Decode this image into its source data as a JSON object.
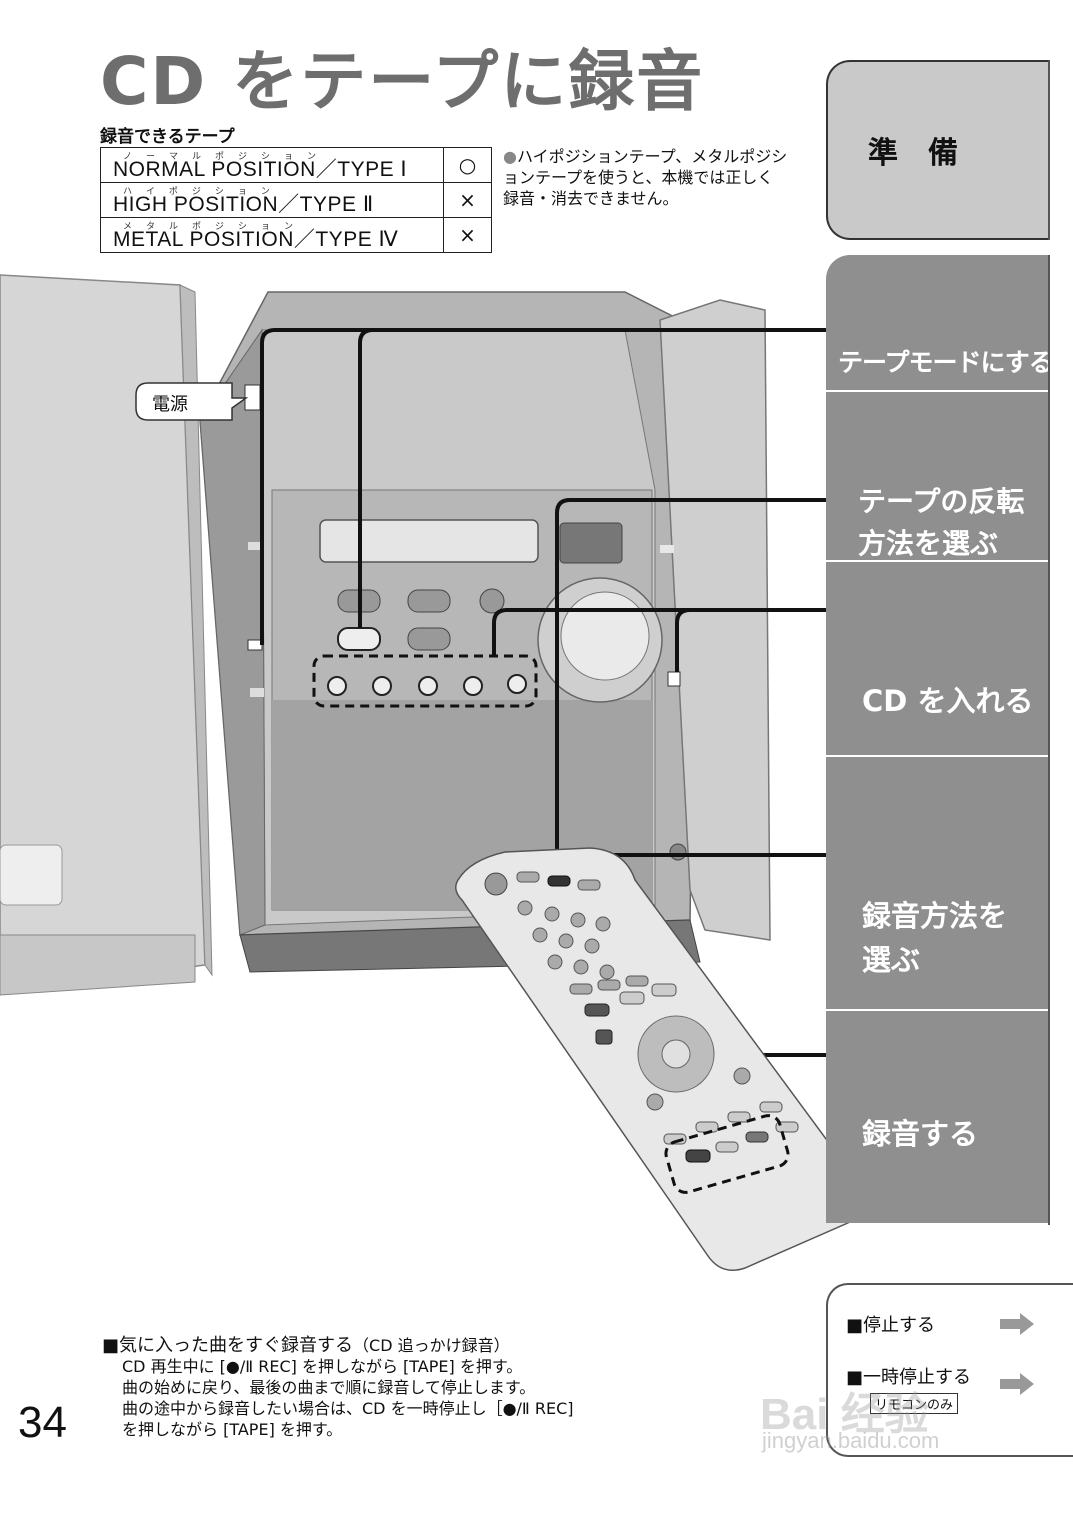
{
  "title": "CD をテープに録音",
  "tape_section": {
    "heading": "録音できるテープ",
    "rows": [
      {
        "ruby": "ノーマルポジション",
        "name": "NORMAL POSITION／TYPE Ⅰ",
        "mark": "○"
      },
      {
        "ruby": "ハイポジション",
        "name": "HIGH POSITION／TYPE Ⅱ",
        "mark": "×"
      },
      {
        "ruby": "メタルポジション",
        "name": "METAL POSITION／TYPE Ⅳ",
        "mark": "×"
      }
    ],
    "note_bullet": "●",
    "note": "ハイポジションテープ、メタルポジションテープを使うと、本機では正しく録音・消去できません。"
  },
  "tabs": {
    "prep": "準　備",
    "tape_mode": "テープモードにする",
    "reverse_line1": "テープの反転",
    "reverse_line2": "方法を選ぶ",
    "insert_cd": "CD を入れる",
    "method_line1": "録音方法を",
    "method_line2": "選ぶ",
    "record": "録音する"
  },
  "illustration": {
    "power_callout": "電源"
  },
  "bottom_note": {
    "heading": "■気に入った曲をすぐ録音する",
    "heading_sub": "（CD 追っかけ録音）",
    "line1": "CD 再生中に [●/Ⅱ REC] を押しながら [TAPE] を押す。",
    "line2": "曲の始めに戻り、最後の曲まで順に録音して停止します。",
    "line3": "曲の途中から録音したい場合は、CD を一時停止し［●/Ⅱ REC]",
    "line4": "を押しながら [TAPE] を押す。"
  },
  "page_number": "34",
  "operations": {
    "stop": "■停止する",
    "pause": "■一時停止する",
    "remote_only": "リモコンのみ"
  },
  "watermark": {
    "brand": "Bai 经验",
    "url": "jingyan.baidu.com"
  },
  "colors": {
    "tab_gray": "#8f8f8f",
    "prep_tab": "#c9c9c9",
    "title_gray": "#6e6e6e"
  }
}
